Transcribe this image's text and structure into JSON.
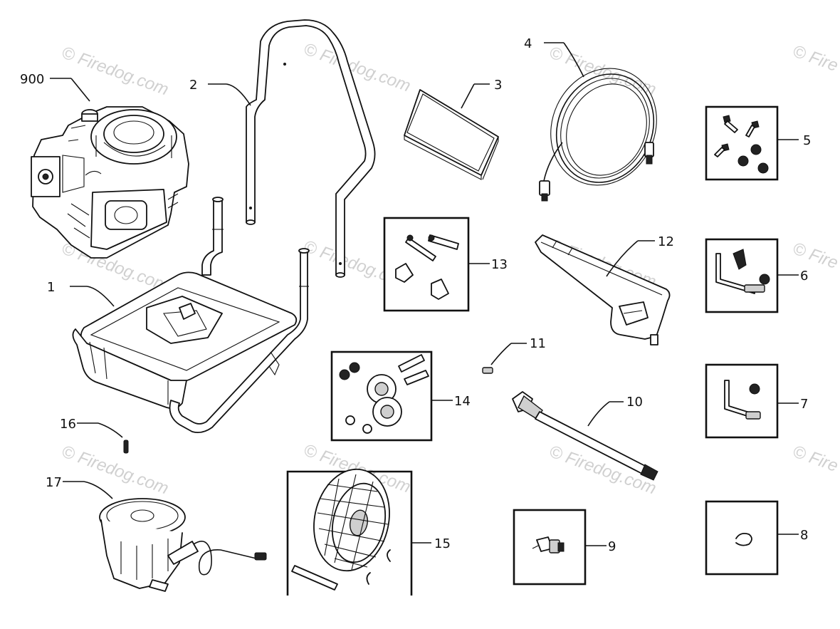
{
  "callouts": [
    {
      "id": "900",
      "label": "900"
    },
    {
      "id": "1",
      "label": "1"
    },
    {
      "id": "2",
      "label": "2"
    },
    {
      "id": "3",
      "label": "3"
    },
    {
      "id": "4",
      "label": "4"
    },
    {
      "id": "5",
      "label": "5"
    },
    {
      "id": "6",
      "label": "6"
    },
    {
      "id": "7",
      "label": "7"
    },
    {
      "id": "8",
      "label": "8"
    },
    {
      "id": "9",
      "label": "9"
    },
    {
      "id": "10",
      "label": "10"
    },
    {
      "id": "11",
      "label": "11"
    },
    {
      "id": "12",
      "label": "12"
    },
    {
      "id": "13",
      "label": "13"
    },
    {
      "id": "14",
      "label": "14"
    },
    {
      "id": "15",
      "label": "15"
    },
    {
      "id": "16",
      "label": "16"
    },
    {
      "id": "17",
      "label": "17"
    }
  ],
  "watermark": "© Firedog.com",
  "watermark_short": "© Fire"
}
